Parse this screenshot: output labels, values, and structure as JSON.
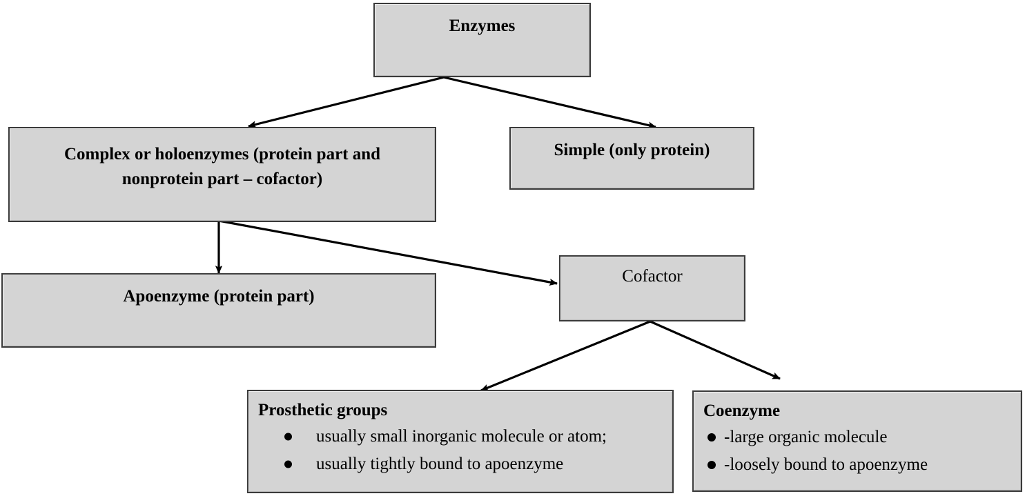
{
  "diagram": {
    "title": "Enzymes classification flow chart",
    "colors": {
      "node_fill": "#d4d4d4",
      "node_border": "#3a3a3a",
      "arrow": "#000000",
      "page_background": "#ffffff",
      "text": "#000000"
    }
  },
  "nodes": {
    "enzymes": {
      "label": "Enzymes"
    },
    "complex": {
      "label": "Complex or holoenzymes (protein part and nonprotein part – cofactor)"
    },
    "simple": {
      "label": "Simple (only protein)"
    },
    "apoenzyme": {
      "label": "Apoenzyme (protein part)"
    },
    "cofactor": {
      "label": "Cofactor"
    },
    "prosthetic": {
      "header": "Prosthetic groups",
      "bullets": [
        "usually small inorganic molecule or atom;",
        "usually tightly bound to apoenzyme"
      ]
    },
    "coenzyme": {
      "header": "Coenzyme",
      "bullets": [
        "-large organic molecule",
        "-loosely bound to apoenzyme"
      ]
    }
  },
  "edges": [
    {
      "from": "enzymes",
      "to": "complex",
      "style": "solid-arrow"
    },
    {
      "from": "enzymes",
      "to": "simple",
      "style": "solid-arrow"
    },
    {
      "from": "complex",
      "to": "apoenzyme",
      "style": "solid-arrow"
    },
    {
      "from": "complex",
      "to": "cofactor",
      "style": "solid-arrow"
    },
    {
      "from": "cofactor",
      "to": "prosthetic",
      "style": "solid-arrow"
    },
    {
      "from": "cofactor",
      "to": "coenzyme",
      "style": "solid-arrow"
    }
  ]
}
